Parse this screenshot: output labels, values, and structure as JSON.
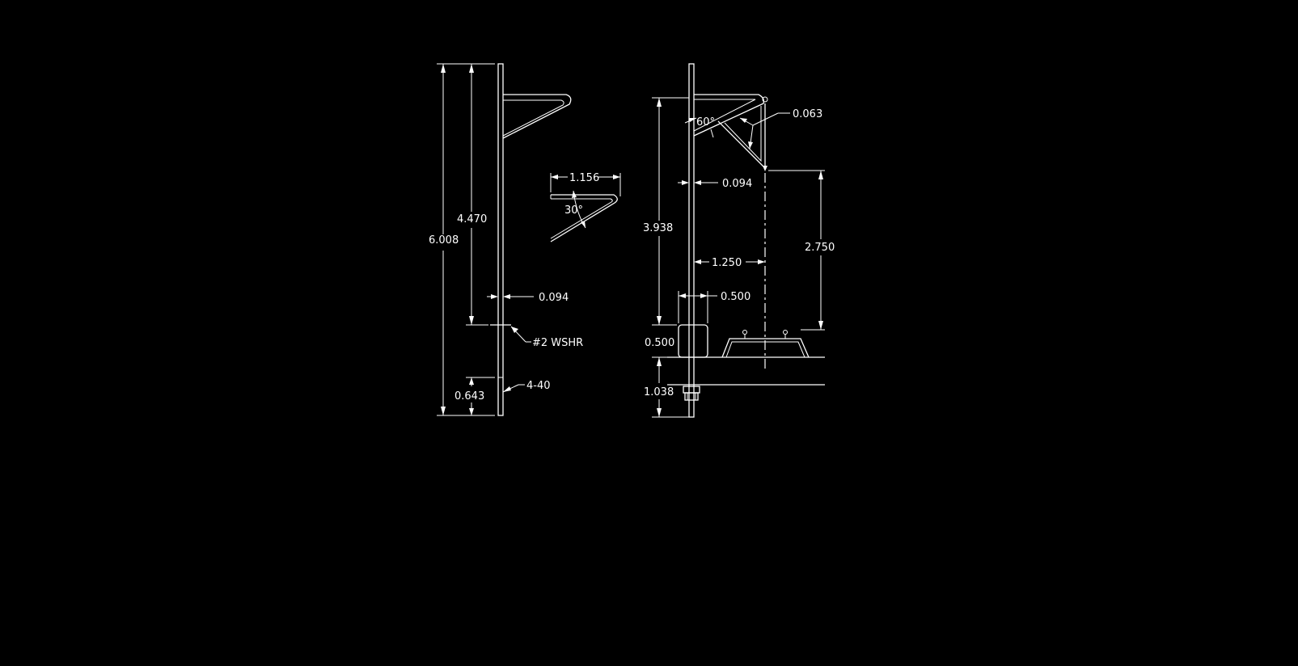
{
  "drawing": {
    "background": "#000000",
    "line_color": "#ffffff",
    "side_view": {
      "overall_height": "6.008",
      "upper_height": "4.470",
      "rod_diameter": "0.094",
      "washer_note": "#2  WSHR",
      "thread_length": "0.643",
      "thread_note": "4-40"
    },
    "bend_detail": {
      "leg_length": "1.156",
      "bend_angle": "30°"
    },
    "front_view": {
      "wire_diameter": "0.063",
      "arm_angle": "60°",
      "rod_diameter": "0.094",
      "rod_height": "3.938",
      "drop_height": "2.750",
      "offset": "1.250",
      "spacer_width": "0.500",
      "spacer_height": "0.500",
      "below_height": "1.038"
    }
  }
}
